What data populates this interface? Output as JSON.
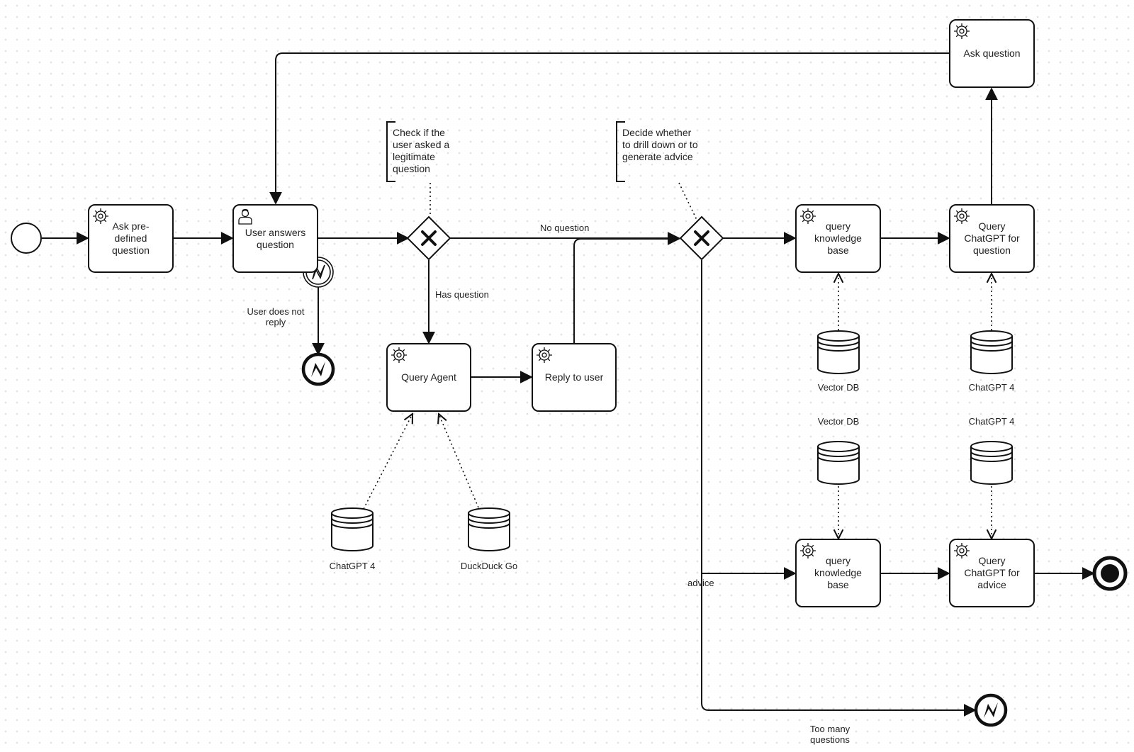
{
  "tasks": {
    "ask_predefined": "Ask pre-defined question",
    "user_answers": "User answers question",
    "query_agent": "Query Agent",
    "reply_to_user": "Reply to user",
    "query_kb_top": "query knowledge base",
    "query_chatgpt_question": "Query ChatGPT for question",
    "ask_question": "Ask question",
    "query_kb_bottom": "query knowledge base",
    "query_chatgpt_advice": "Query ChatGPT for advice"
  },
  "annotations": {
    "check_question": "Check if the user asked a legitimate question",
    "decide_drill": "Decide whether to drill down or to generate advice"
  },
  "flow_labels": {
    "no_question": "No question",
    "has_question": "Has question",
    "user_no_reply": "User does not reply",
    "advice": "advice",
    "too_many": "Too many questions"
  },
  "data_stores": {
    "chatgpt4_agent": "ChatGPT 4",
    "duckduckgo": "DuckDuck Go",
    "vectordb_top": "Vector DB",
    "chatgpt4_top": "ChatGPT 4",
    "vectordb_bottom": "Vector DB",
    "chatgpt4_bottom": "ChatGPT 4"
  }
}
